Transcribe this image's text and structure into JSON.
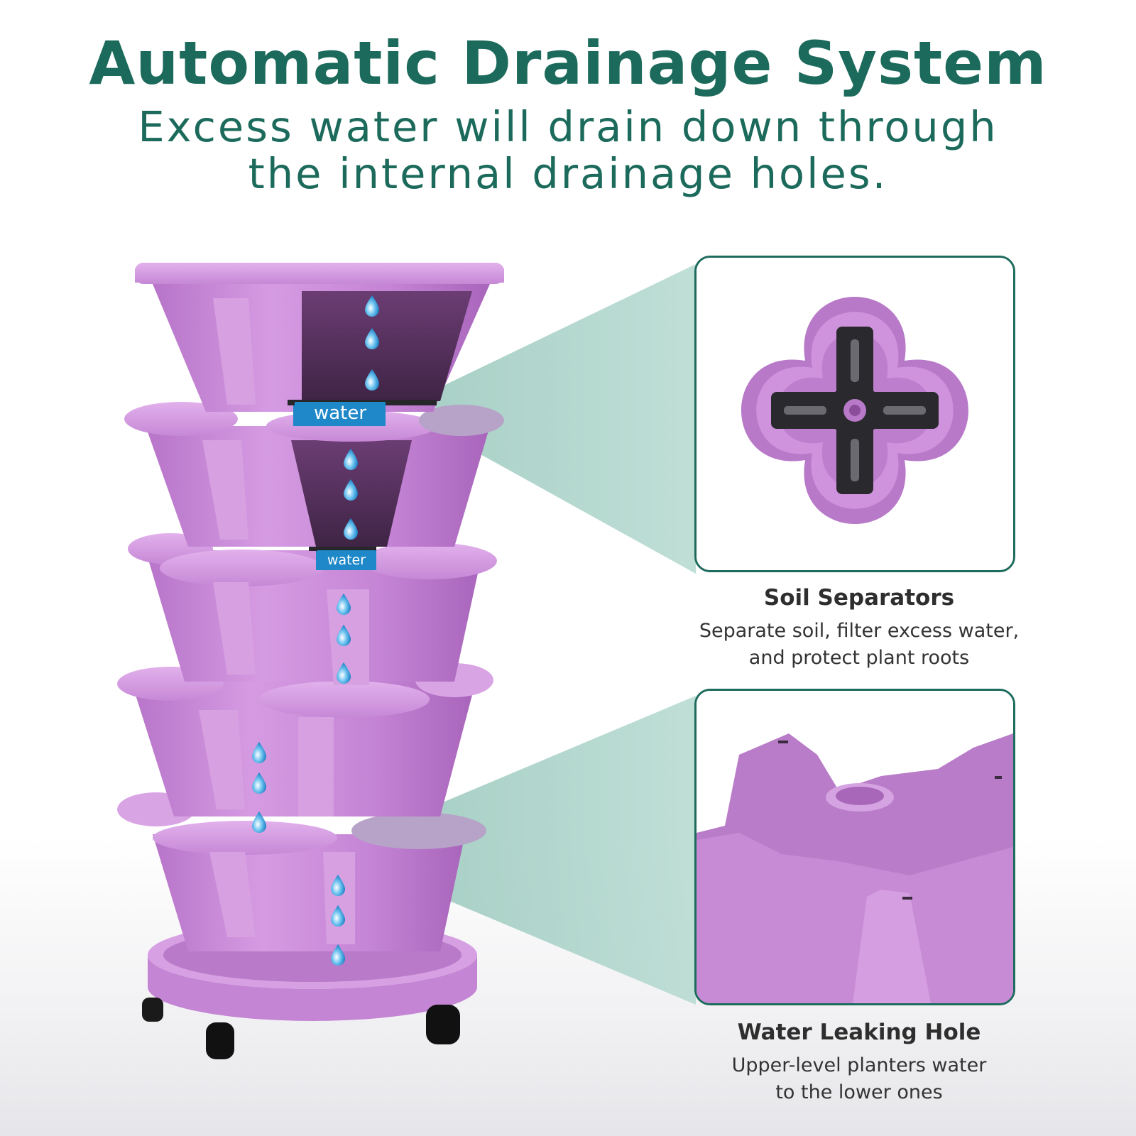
{
  "header": {
    "title": "Automatic Drainage System",
    "subtitle_line1": "Excess water will drain down through",
    "subtitle_line2": "the internal drainage holes."
  },
  "tower": {
    "water_label_1": "water",
    "water_label_2": "water",
    "planter_color": "#c98ad8",
    "water_color": "#1e88c8"
  },
  "features": {
    "soil_separators": {
      "title": "Soil Separators",
      "desc_line1": "Separate soil, filter excess water,",
      "desc_line2": "and protect plant roots"
    },
    "water_leaking_hole": {
      "title": "Water Leaking Hole",
      "desc_line1": "Upper-level planters water",
      "desc_line2": "to the lower ones"
    }
  },
  "colors": {
    "brand_green": "#1b6a5b",
    "panel_border": "#1d6b5c",
    "beam": "#a9d2c7"
  }
}
